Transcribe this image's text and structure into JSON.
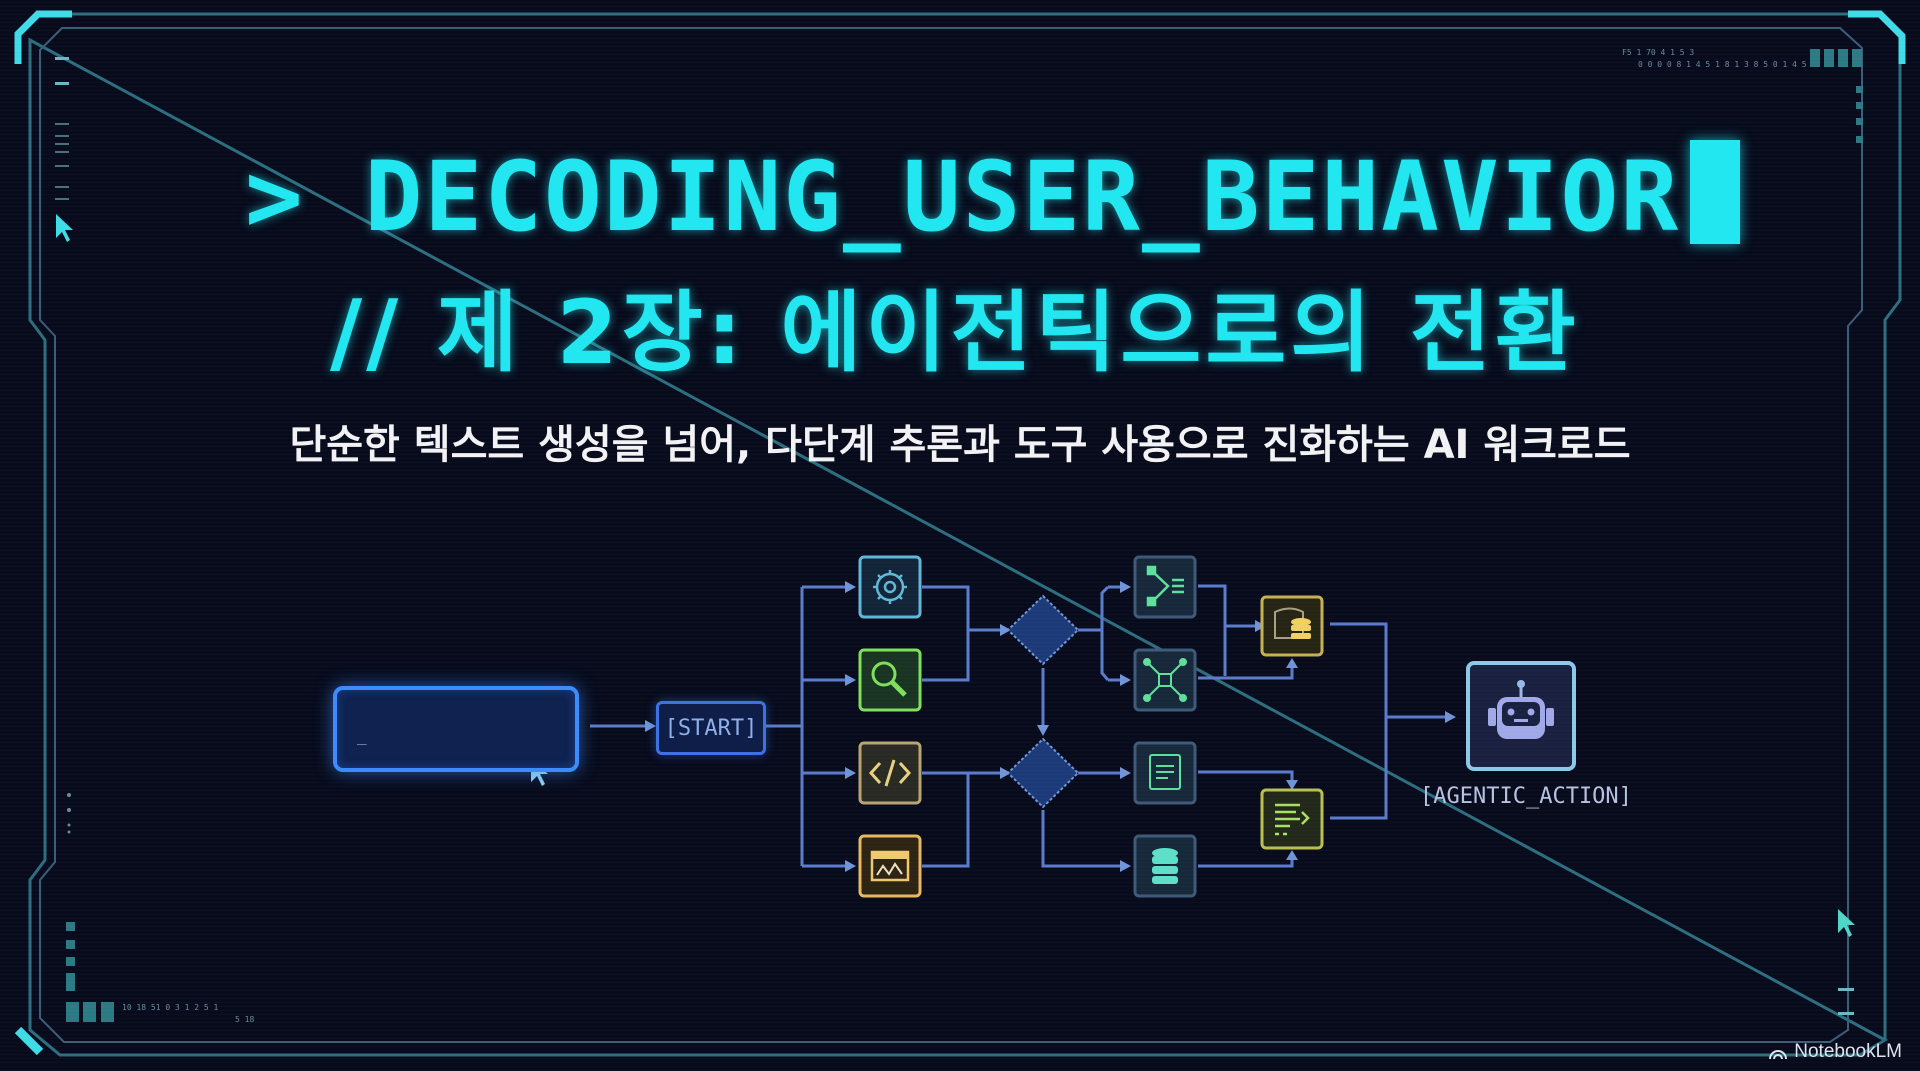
{
  "slide": {
    "title_prompt": ">",
    "title": "DECODING_USER_BEHAVIOR",
    "subtitle_line": "// 제 2장: 에이전틱으로의 전환",
    "description": "단순한 텍스트 생성을 넘어, 다단계 추론과 도구 사용으로 진화하는 AI 워크로드"
  },
  "diagram": {
    "input_node": {
      "cursor": "_"
    },
    "start_node": {
      "label": "[START]"
    },
    "tool_nodes": [
      {
        "name": "gear-icon",
        "color": "#5fb8d8"
      },
      {
        "name": "search-icon",
        "color": "#7ee05a"
      },
      {
        "name": "code-icon",
        "color": "#d8c27a"
      },
      {
        "name": "browser-chart-icon",
        "color": "#e8b860"
      }
    ],
    "decision_nodes": 2,
    "branch_nodes": [
      {
        "name": "branch-list-icon",
        "color": "#5ee09a"
      },
      {
        "name": "network-hub-icon",
        "color": "#5ee09a"
      },
      {
        "name": "document-icon",
        "color": "#5ee09a"
      },
      {
        "name": "database-icon",
        "color": "#5ee0c8"
      }
    ],
    "merge_nodes": [
      {
        "name": "database-stack-icon",
        "color": "#e8c860"
      },
      {
        "name": "list-forward-icon",
        "color": "#a8e060"
      }
    ],
    "output_node": {
      "label": "[AGENTIC_ACTION]",
      "icon": "robot-icon"
    }
  },
  "branding": {
    "label": "NotebookLM"
  },
  "colors": {
    "accent": "#22e6f0",
    "line": "#5b7ccc",
    "frame": "#3aa8b8"
  }
}
